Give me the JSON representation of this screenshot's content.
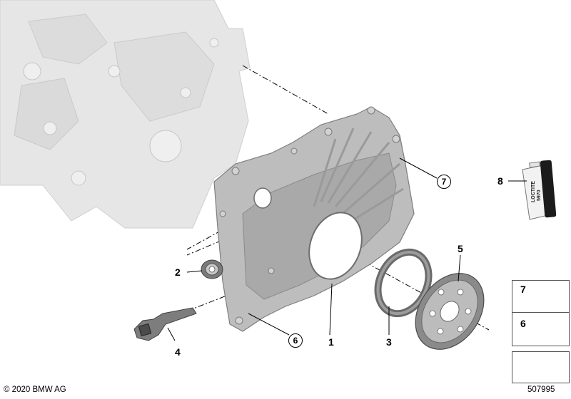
{
  "diagram": {
    "callouts": {
      "c1": "1",
      "c2": "2",
      "c3": "3",
      "c4": "4",
      "c5": "5",
      "c6": "6",
      "c7": "7",
      "c8": "8"
    },
    "legend": {
      "item7": "7",
      "item6": "6"
    },
    "sealant_label_line1": "LOCTITE",
    "sealant_label_line2": "5970"
  },
  "footer": {
    "copyright": "© 2020 BMW AG",
    "diagram_number": "507995"
  },
  "colors": {
    "engine_block": "#e4e4e4",
    "cover": "#b9b9b9",
    "leader_lines": "#000000"
  }
}
